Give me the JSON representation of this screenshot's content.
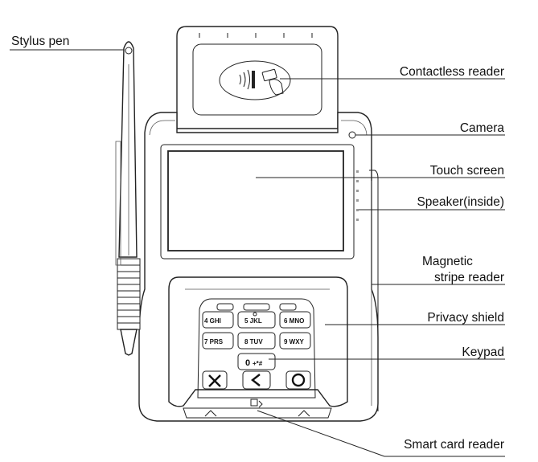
{
  "labels": {
    "stylus_pen": "Stylus pen",
    "contactless_reader": "Contactless reader",
    "camera": "Camera",
    "touch_screen": "Touch screen",
    "speaker": "Speaker(inside)",
    "magnetic_line1": "Magnetic",
    "magnetic_line2": "stripe reader",
    "privacy_shield": "Privacy shield",
    "keypad": "Keypad",
    "smart_card_reader": "Smart card reader"
  },
  "keys": {
    "k4": "4 GHI",
    "k5": "5 JKL",
    "k6": "6 MNO",
    "k7": "7 PRS",
    "k8": "8 TUV",
    "k9": "9 WXY",
    "k0": "0 ",
    "k0_sub": "+*#"
  },
  "colors": {
    "line": "#222222",
    "background": "#ffffff"
  }
}
